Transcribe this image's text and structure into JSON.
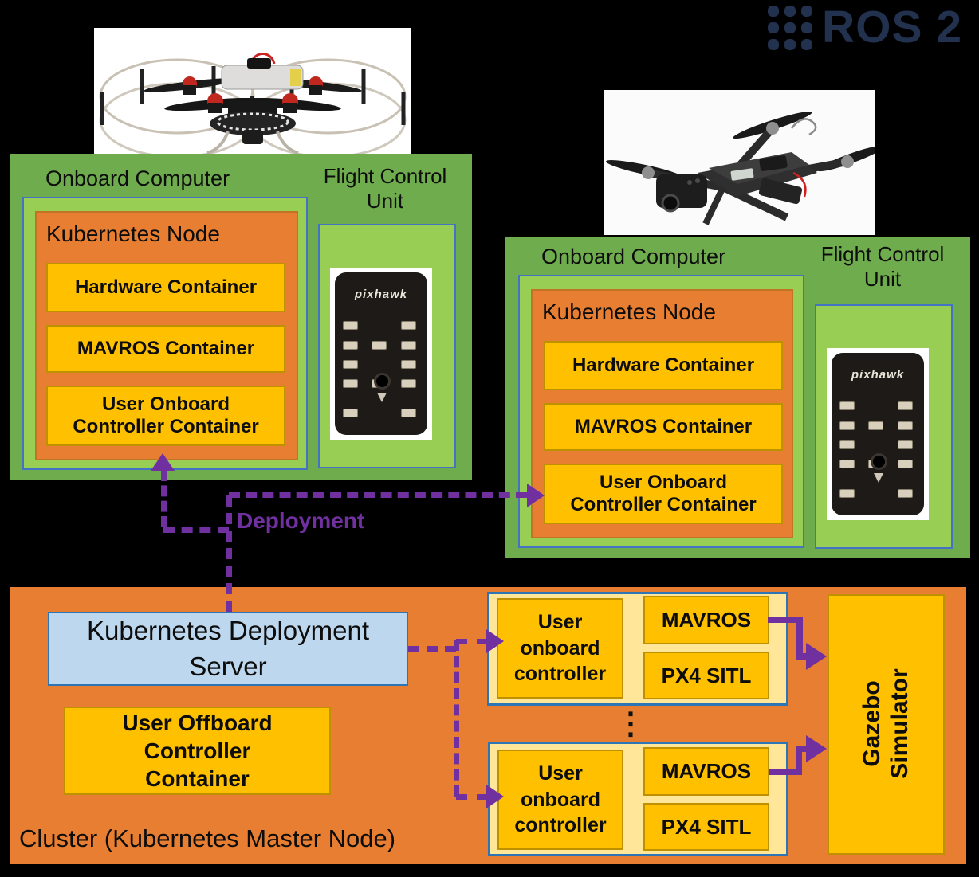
{
  "logo": {
    "text": "ROS 2"
  },
  "onboard": {
    "left": {
      "title": "Onboard Computer",
      "fcu": "Flight Control Unit",
      "k8s": "Kubernetes Node",
      "containers": [
        "Hardware Container",
        "MAVROS Container",
        "User Onboard Controller Container"
      ],
      "device": "pixhawk"
    },
    "right": {
      "title": "Onboard Computer",
      "fcu": "Flight Control Unit",
      "k8s": "Kubernetes Node",
      "containers": [
        "Hardware Container",
        "MAVROS Container",
        "User Onboard Controller Container"
      ],
      "device": "pixhawk"
    }
  },
  "deployment": {
    "label": "Deployment"
  },
  "cluster": {
    "title": "Cluster (Kubernetes Master Node)",
    "server": "Kubernetes Deployment Server",
    "offboard": "User Offboard Controller Container",
    "gazebo": "Gazebo Simulator",
    "ellipsis": "⋮",
    "pods": [
      {
        "controller": "User onboard controller",
        "mavros": "MAVROS",
        "px4": "PX4 SITL"
      },
      {
        "controller": "User onboard controller",
        "mavros": "MAVROS",
        "px4": "PX4 SITL"
      }
    ]
  },
  "colors": {
    "background": "#000000",
    "green_dark": "#6FAC4D",
    "green_light": "#97CE53",
    "orange": "#E87E31",
    "yellow": "#FFC000",
    "cream": "#FFE699",
    "blue_light": "#BDD7EE",
    "blue_border": "#2E75B6",
    "purple": "#7030A0",
    "ros_navy": "#22314E"
  }
}
